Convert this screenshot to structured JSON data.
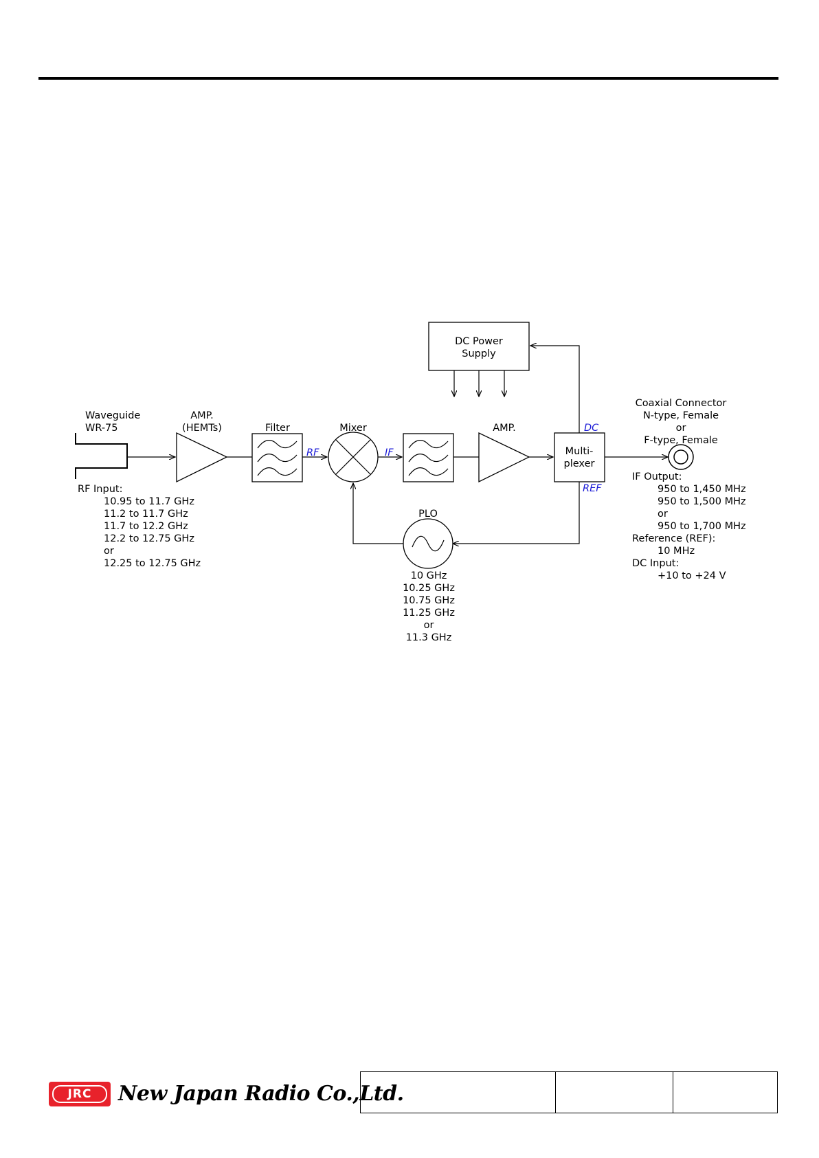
{
  "diagram": {
    "waveguide": {
      "line1": "Waveguide",
      "line2": "WR-75"
    },
    "amp_hemt": {
      "line1": "AMP.",
      "line2": "(HEMTs)"
    },
    "filter_label": "Filter",
    "mixer_label": "Mixer",
    "amp2_label": "AMP.",
    "dc_power": {
      "line1": "DC Power",
      "line2": "Supply"
    },
    "multiplexer": {
      "line1": "Multi-",
      "line2": "plexer"
    },
    "plo_label": "PLO",
    "signals": {
      "rf": "RF",
      "if": "IF",
      "dc": "DC",
      "ref": "REF"
    },
    "connector": {
      "line1": "Coaxial Connector",
      "line2": "N-type, Female",
      "line3": "or",
      "line4": "F-type, Female"
    },
    "rf_input": {
      "title": "RF Input:",
      "ranges": [
        "10.95 to 11.7 GHz",
        "11.2 to 11.7 GHz",
        "11.7 to 12.2 GHz",
        "12.2 to 12.75 GHz",
        "or",
        "12.25 to 12.75 GHz"
      ]
    },
    "plo_freqs": [
      "10 GHz",
      "10.25 GHz",
      "10.75 GHz",
      "11.25 GHz",
      "or",
      "11.3 GHz"
    ],
    "if_output": {
      "title": "IF Output:",
      "ranges": [
        "950 to 1,450 MHz",
        "950 to 1,500 MHz",
        "or",
        "950 to 1,700 MHz"
      ],
      "ref_title": "Reference (REF):",
      "ref_value": "10 MHz",
      "dc_title": "DC Input:",
      "dc_value": "+10 to +24 V"
    }
  },
  "footer": {
    "logo_text": "JRC",
    "company": "New Japan Radio Co.,Ltd."
  }
}
